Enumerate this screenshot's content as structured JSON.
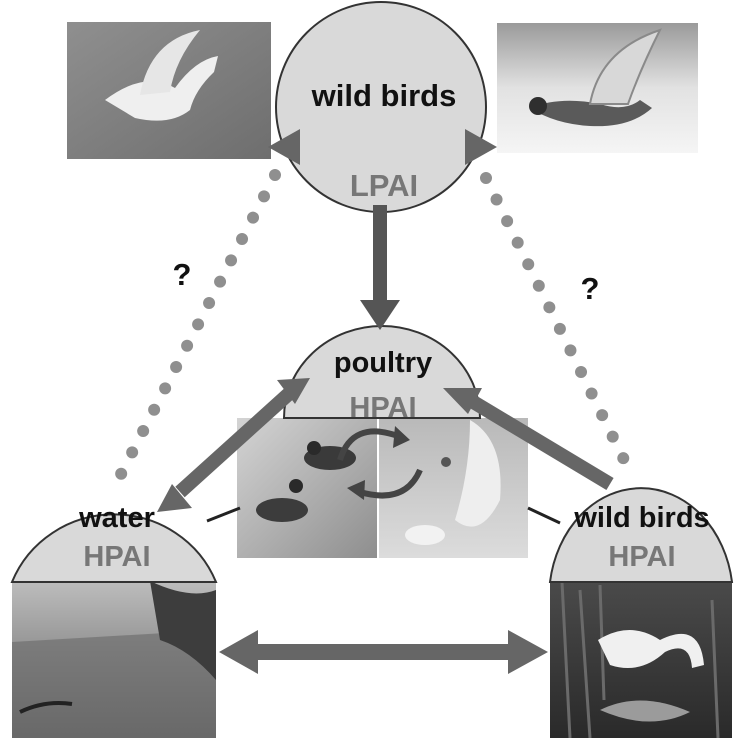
{
  "nodes": {
    "top": {
      "title": "wild birds",
      "subtitle": "LPAI"
    },
    "center": {
      "title": "poultry",
      "subtitle": "HPAI"
    },
    "left": {
      "title": "water",
      "subtitle": "HPAI"
    },
    "right": {
      "title": "wild birds",
      "subtitle": "HPAI"
    }
  },
  "annotations": {
    "left_question": "?",
    "right_question": "?"
  },
  "colors": {
    "dome_fill": "#d9d9d9",
    "outline": "#333333",
    "arrow": "#666666",
    "dots": "#8f8f8f",
    "title_text": "#111111",
    "subtitle_text": "#777777"
  }
}
